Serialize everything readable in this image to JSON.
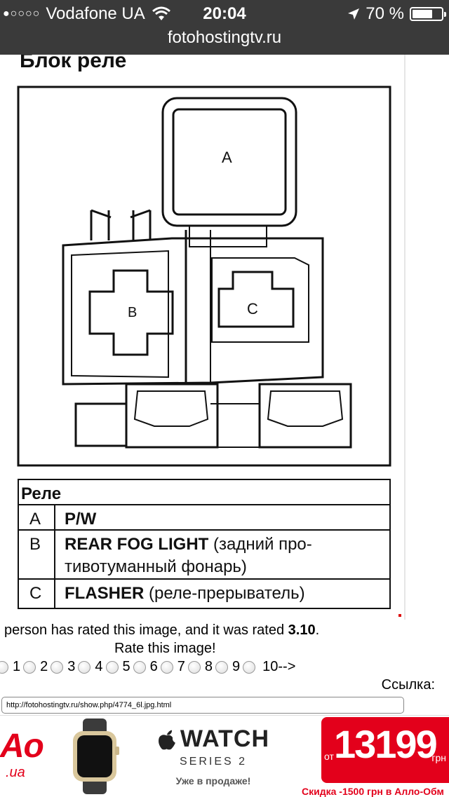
{
  "status_bar": {
    "signal_dots": "●○○○○",
    "carrier": "Vodafone UA",
    "time": "20:04",
    "battery": "70 %",
    "battery_level": 0.7,
    "url": "fotohostingtv.ru"
  },
  "document": {
    "title": "Блок реле",
    "labels": {
      "a": "A",
      "b": "B",
      "c": "C"
    },
    "table": {
      "header": "Реле",
      "rows": [
        {
          "key": "A",
          "line1_bold": "P/W",
          "line1_rest": "",
          "line2": ""
        },
        {
          "key": "B",
          "line1_bold": "REAR FOG LIGHT",
          "line1_rest": " (задний про-",
          "line2": "тивотуманный фонарь)"
        },
        {
          "key": "C",
          "line1_bold": "FLASHER",
          "line1_rest": " (реле-прерыватель)",
          "line2": ""
        }
      ]
    }
  },
  "rating": {
    "text_before": "person has rated this image, and it was rated ",
    "score": "3.10",
    "text_after": ".",
    "prompt": "Rate this image!",
    "options": [
      "1",
      "2",
      "3",
      "4",
      "5",
      "6",
      "7",
      "8",
      "9"
    ],
    "next": "10-->",
    "link_label": "Ссылка:",
    "link_value": "http://fotohostingtv.ru/show.php/4774_6l.jpg.html"
  },
  "ad": {
    "logo_text": "Ао",
    "logo_sub": ".ua",
    "brand": "WATCH",
    "series": "SERIES 2",
    "on_sale": "Уже в продаже!",
    "price_prefix": "от",
    "price": "13199",
    "currency": "грн",
    "promo": "Скидка -1500 грн в Алло-Обм"
  },
  "colors": {
    "accent": "#e3001b",
    "status_bg": "#3a3a3a"
  }
}
